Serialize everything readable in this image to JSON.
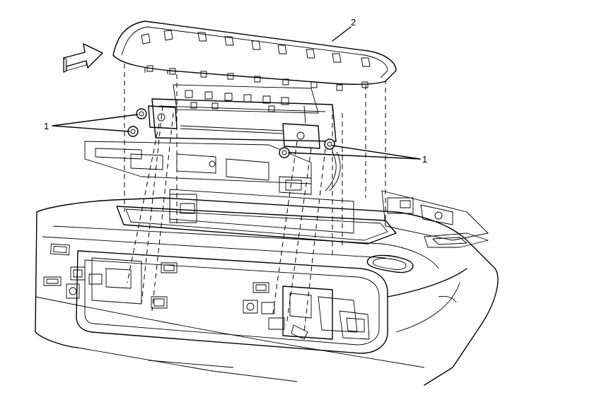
{
  "diagram": {
    "callouts": {
      "fastener": "1",
      "fastener_right": "1",
      "cover": "2"
    }
  }
}
